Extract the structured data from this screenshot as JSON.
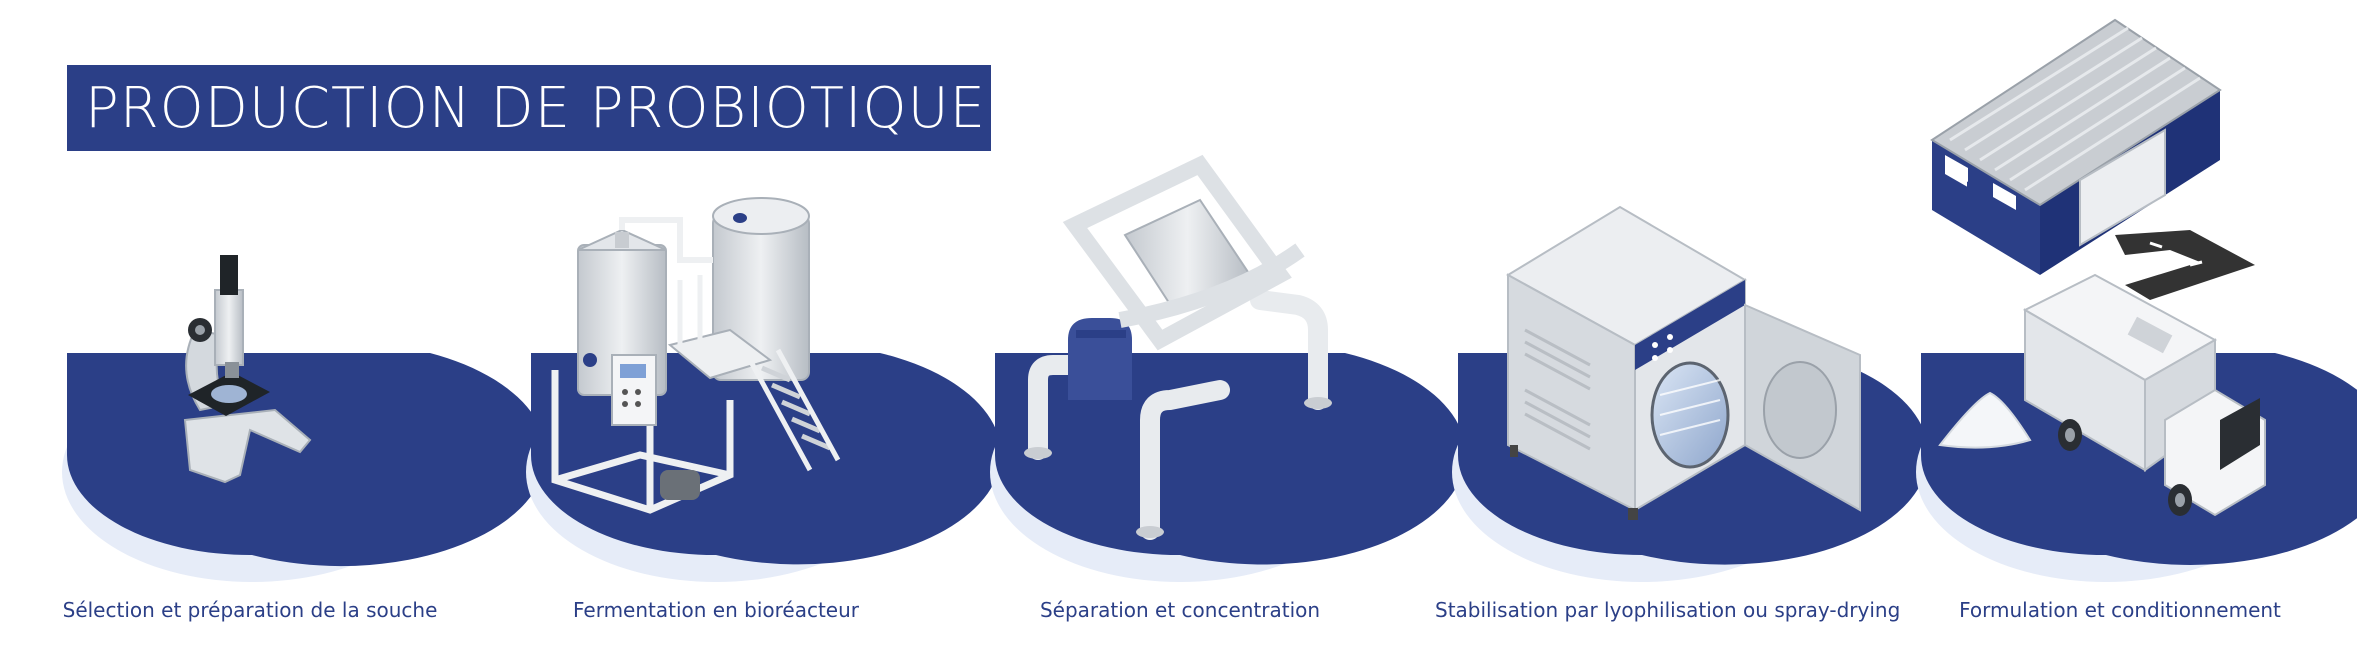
{
  "title": "PRODUCTION DE PROBIOTIQUES",
  "colors": {
    "primary": "#2b3f87",
    "shadow": "#e6ecf8",
    "metal": "#d9dde2",
    "metal_dark": "#a9b0b8",
    "white": "#ffffff"
  },
  "steps": [
    {
      "label": "Sélection et préparation de la souche",
      "icon": "microscope-icon"
    },
    {
      "label": "Fermentation en bioréacteur",
      "icon": "bioreactor-icon"
    },
    {
      "label": "Séparation et concentration",
      "icon": "centrifuge-separator-icon"
    },
    {
      "label": "Stabilisation par lyophilisation ou spray-drying",
      "icon": "freeze-dryer-icon"
    },
    {
      "label": "Formulation et conditionnement",
      "icon": "warehouse-truck-icon"
    }
  ]
}
